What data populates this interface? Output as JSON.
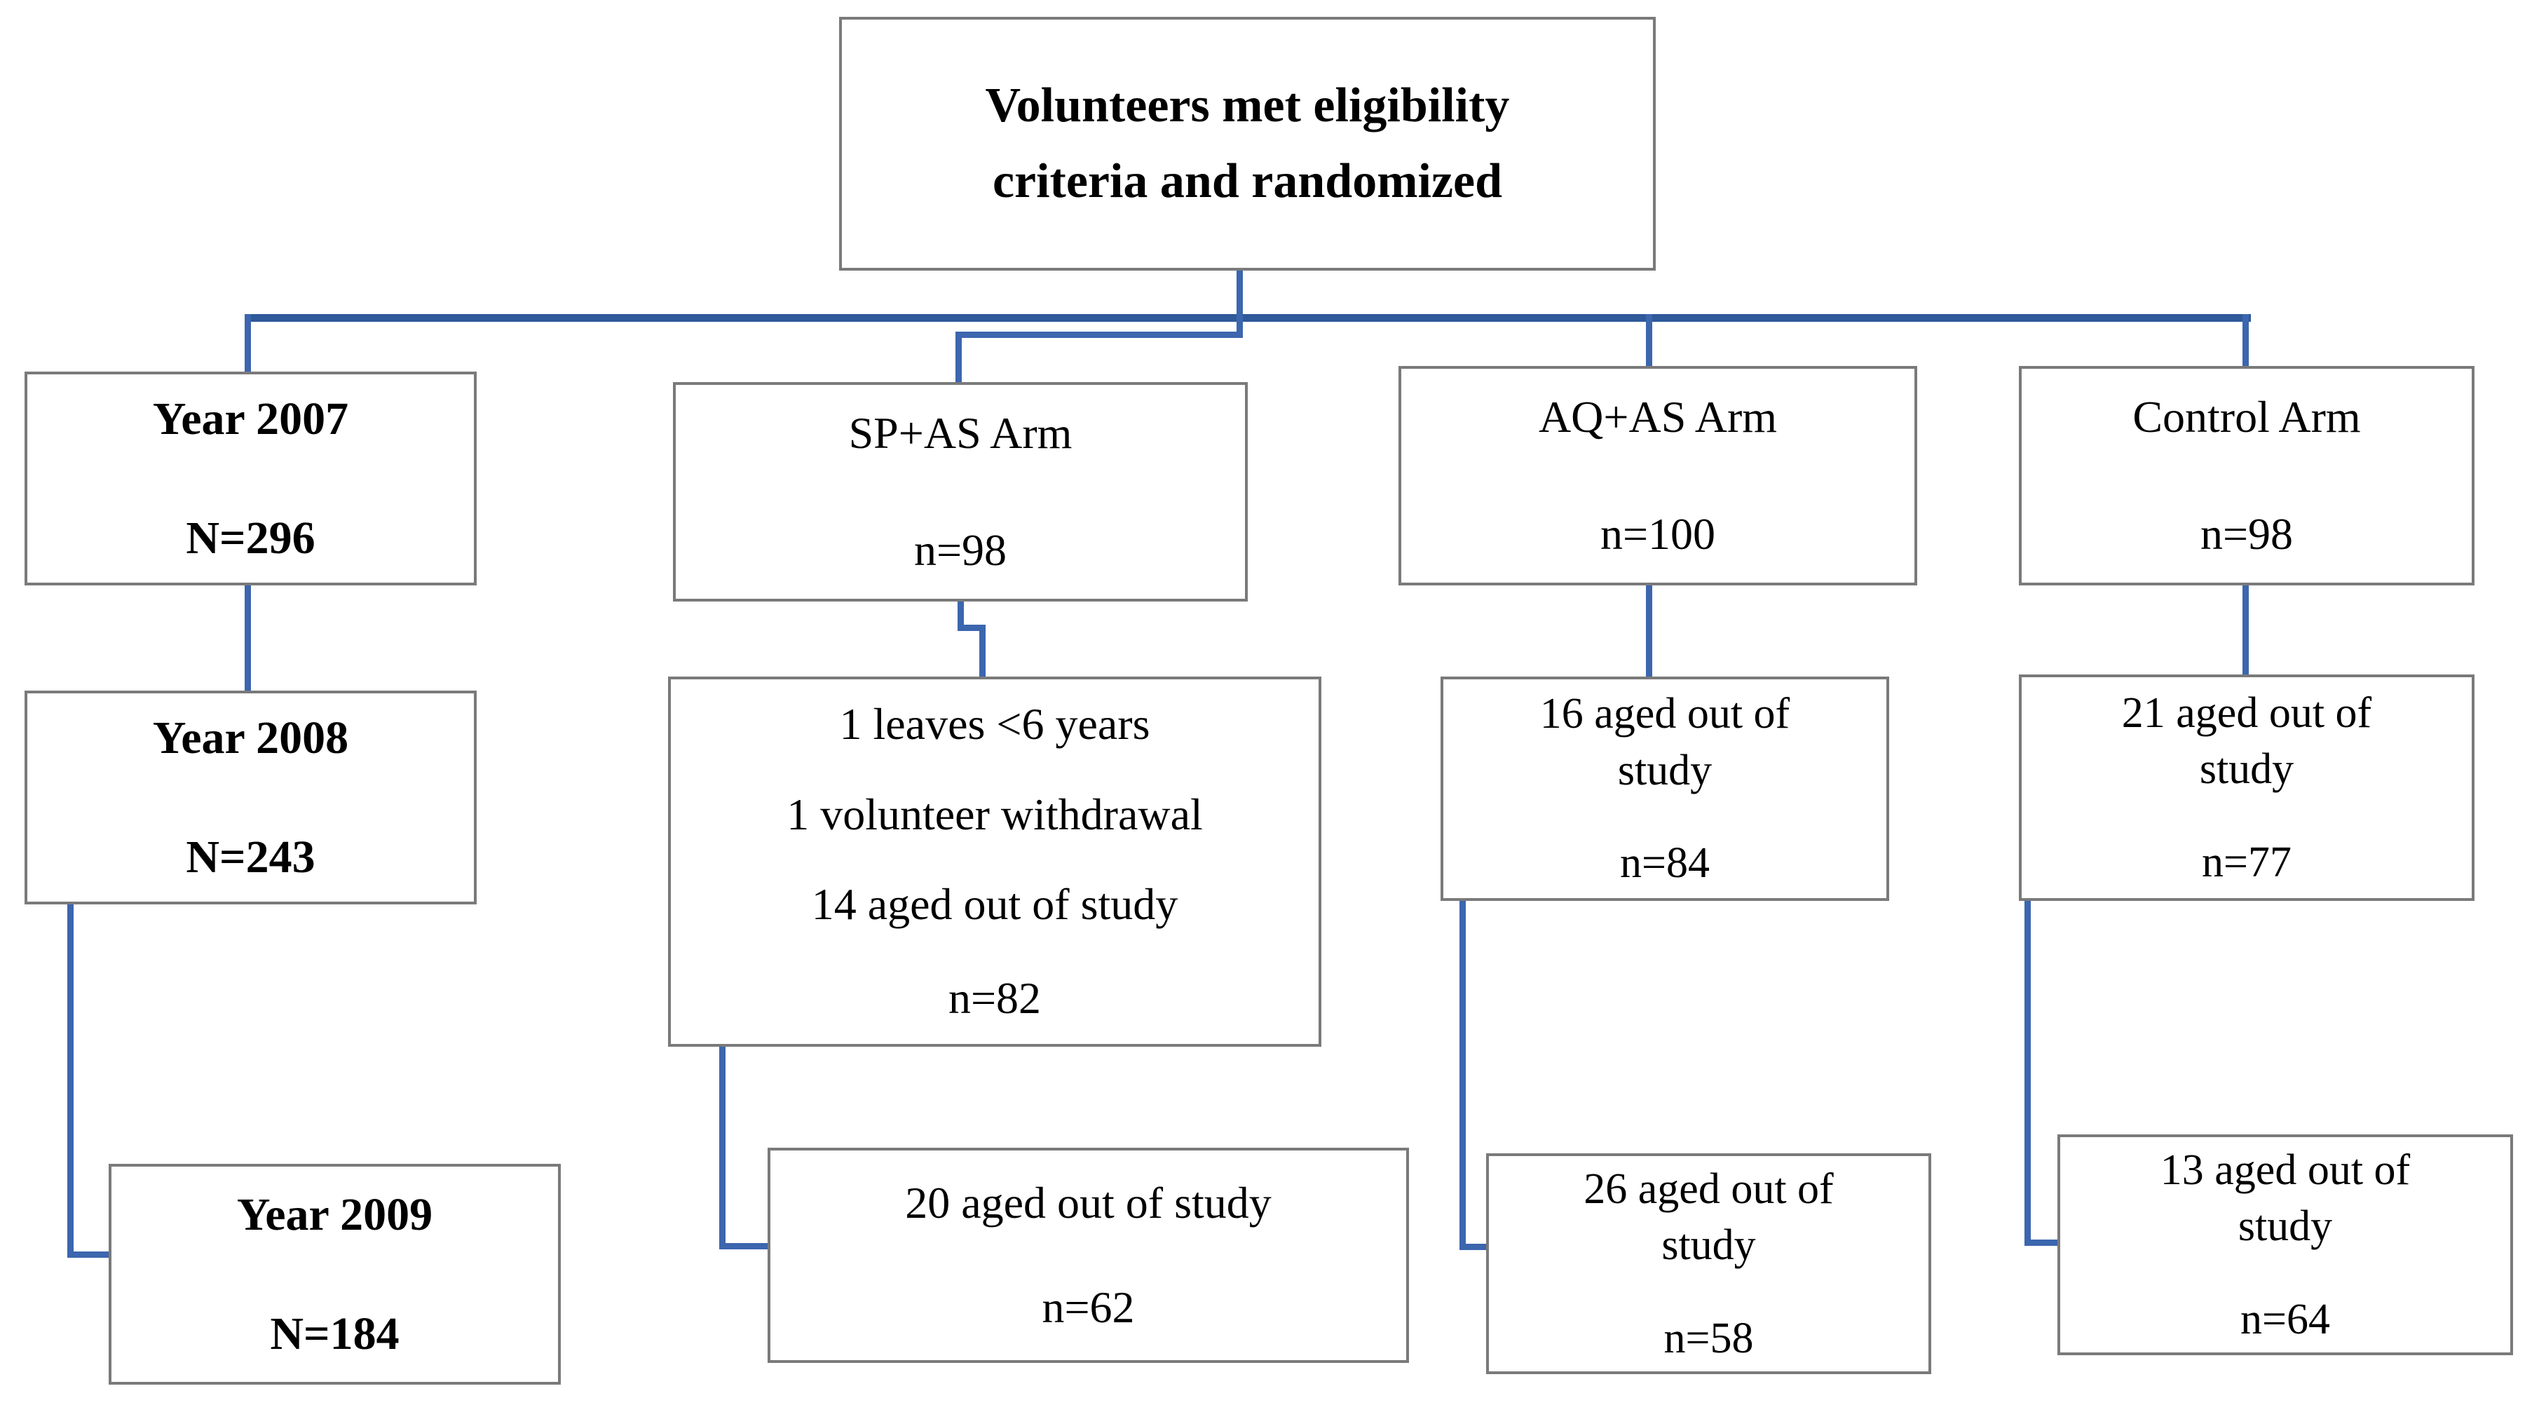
{
  "colors": {
    "background": "#ffffff",
    "box_border": "#7a7a7a",
    "text": "#000000",
    "main_line_blue": "#2F5999",
    "branch_line_blue": "#3C66AE"
  },
  "flowchart": {
    "root": {
      "lines": [
        "Volunteers met eligibility",
        "criteria and randomized"
      ],
      "count": ""
    },
    "year2007": {
      "lines": [
        "Year 2007"
      ],
      "count": "N=296"
    },
    "year2008": {
      "lines": [
        "Year 2008"
      ],
      "count": "N=243"
    },
    "year2009": {
      "lines": [
        "Year 2009"
      ],
      "count": "N=184"
    },
    "sp_arm": {
      "lines": [
        "SP+AS Arm"
      ],
      "count": "n=98"
    },
    "sp_attrition": {
      "lines": [
        "1 leaves <6 years",
        "1 volunteer withdrawal",
        "14 aged out of study"
      ],
      "count": "n=82"
    },
    "sp_aged_out": {
      "lines": [
        "20 aged out of study"
      ],
      "count": "n=62"
    },
    "aq_arm": {
      "lines": [
        "AQ+AS Arm"
      ],
      "count": "n=100"
    },
    "aq_attrition": {
      "lines": [
        "16 aged out of",
        "study"
      ],
      "count": "n=84"
    },
    "aq_aged_out": {
      "lines": [
        "26 aged out of",
        "study"
      ],
      "count": "n=58"
    },
    "control_arm": {
      "lines": [
        "Control Arm"
      ],
      "count": "n=98"
    },
    "control_attrition": {
      "lines": [
        "21 aged out of",
        "study"
      ],
      "count": "n=77"
    },
    "control_aged_out": {
      "lines": [
        "13 aged out of",
        "study"
      ],
      "count": "n=64"
    }
  }
}
